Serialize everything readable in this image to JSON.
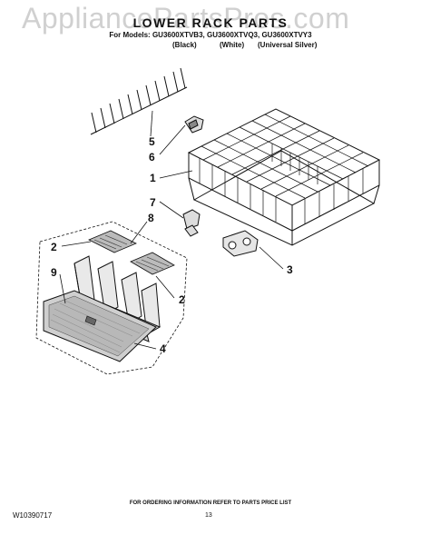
{
  "watermark": "AppliancePartsPros.com",
  "header": {
    "title": "LOWER RACK PARTS",
    "models": "For Models: GU3600XTVB3, GU3600XTVQ3, GU3600XTVY3",
    "finishes": [
      "(Black)",
      "(White)",
      "(Universal Silver)"
    ]
  },
  "callouts": [
    "5",
    "6",
    "1",
    "7",
    "8",
    "2",
    "3",
    "9",
    "2",
    "4"
  ],
  "footer": {
    "ordering_note": "FOR ORDERING INFORMATION REFER TO PARTS PRICE LIST",
    "doc_number": "W10390717",
    "page_number": "13"
  }
}
